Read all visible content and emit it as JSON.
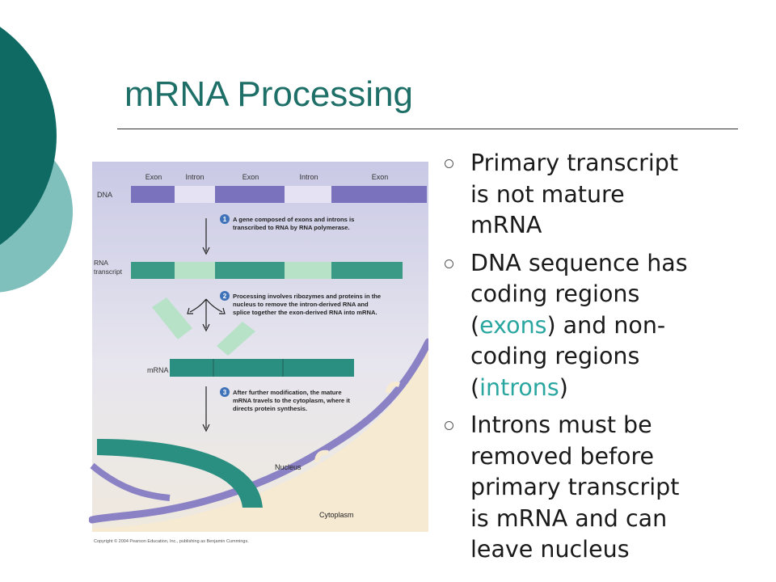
{
  "slide": {
    "title": "mRNA Processing",
    "accent_color": "#1d6f68",
    "highlight_color": "#2aa6a0"
  },
  "figure": {
    "dna_label": "DNA",
    "segments": [
      "Exon",
      "Intron",
      "Exon",
      "Intron",
      "Exon"
    ],
    "rna_label_line1": "RNA",
    "rna_label_line2": "transcript",
    "mrna_label": "mRNA",
    "step1": {
      "num": "1",
      "line1": "A gene composed of exons and introns is",
      "line2": "transcribed to RNA by RNA polymerase."
    },
    "step2": {
      "num": "2",
      "line1": "Processing involves ribozymes and proteins in the",
      "line2": "nucleus to remove the intron-derived RNA and",
      "line3": "splice together the exon-derived RNA into mRNA."
    },
    "step3": {
      "num": "3",
      "line1": "After further modification, the mature",
      "line2": "mRNA travels to the cytoplasm, where it",
      "line3": "directs protein synthesis."
    },
    "nucleus_label": "Nucleus",
    "cytoplasm_label": "Cytoplasm",
    "copyright": "Copyright © 2004 Pearson Education, Inc., publishing as Benjamin Cummings."
  },
  "bullets": [
    {
      "line1": "Primary transcript",
      "line2": "is not mature",
      "line3": "mRNA"
    },
    {
      "line1": "DNA sequence has",
      "line2": "coding regions",
      "open1": "(",
      "exons": "exons",
      "mid1": ") and non-",
      "line4": "coding regions",
      "open2": "(",
      "introns": "introns",
      "close2": ")"
    },
    {
      "line1": "Introns must be",
      "line2": "removed before",
      "line3": "primary transcript",
      "line4": "is mRNA and can",
      "line5": "leave nucleus"
    }
  ]
}
